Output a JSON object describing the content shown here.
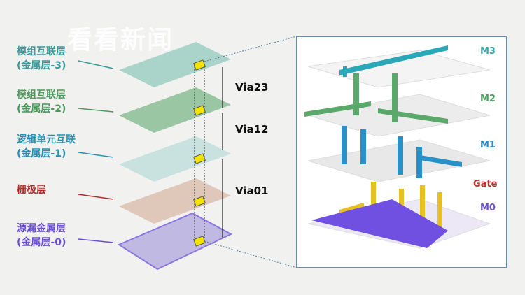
{
  "watermark": {
    "text": "看看新闻"
  },
  "layers": [
    {
      "name": "模组互联层",
      "sub": "(金属层-3)",
      "color": "#3a9a9a"
    },
    {
      "name": "模组互联层",
      "sub": "(金属层-2)",
      "color": "#4e9a5e"
    },
    {
      "name": "逻辑单元互联",
      "sub": "(金属层-1)",
      "color": "#2a90b0"
    },
    {
      "name": "栅极层",
      "sub": "",
      "color": "#b02a2a"
    },
    {
      "name": "源漏金属层",
      "sub": "(金属层-0)",
      "color": "#6a50d0"
    }
  ],
  "vias": [
    "Via23",
    "Via12",
    "Via01"
  ],
  "stack_labels": [
    {
      "text": "M3",
      "color": "#3aa8a8"
    },
    {
      "text": "M2",
      "color": "#4e9a5e"
    },
    {
      "text": "M1",
      "color": "#2a8ac0"
    },
    {
      "text": "Gate",
      "color": "#c0302a"
    },
    {
      "text": "M0",
      "color": "#6a50d0"
    }
  ]
}
